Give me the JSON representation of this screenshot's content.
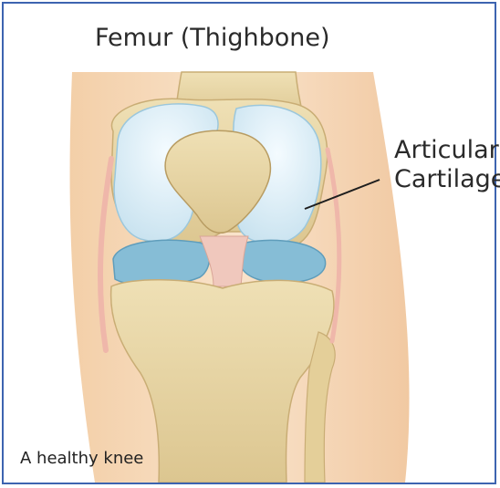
{
  "labels": {
    "femur": "Femur (Thighbone)",
    "cartilage_line1": "Articular",
    "cartilage_line2": "Cartilage"
  },
  "caption": "A healthy knee",
  "colors": {
    "frame_border": "#3d64b0",
    "skin": "#f7dcc0",
    "bone": "#e9d7a6",
    "cartilage": "#d8ecf5",
    "meniscus": "#7fb6d1",
    "ligament": "#efc1b6"
  }
}
